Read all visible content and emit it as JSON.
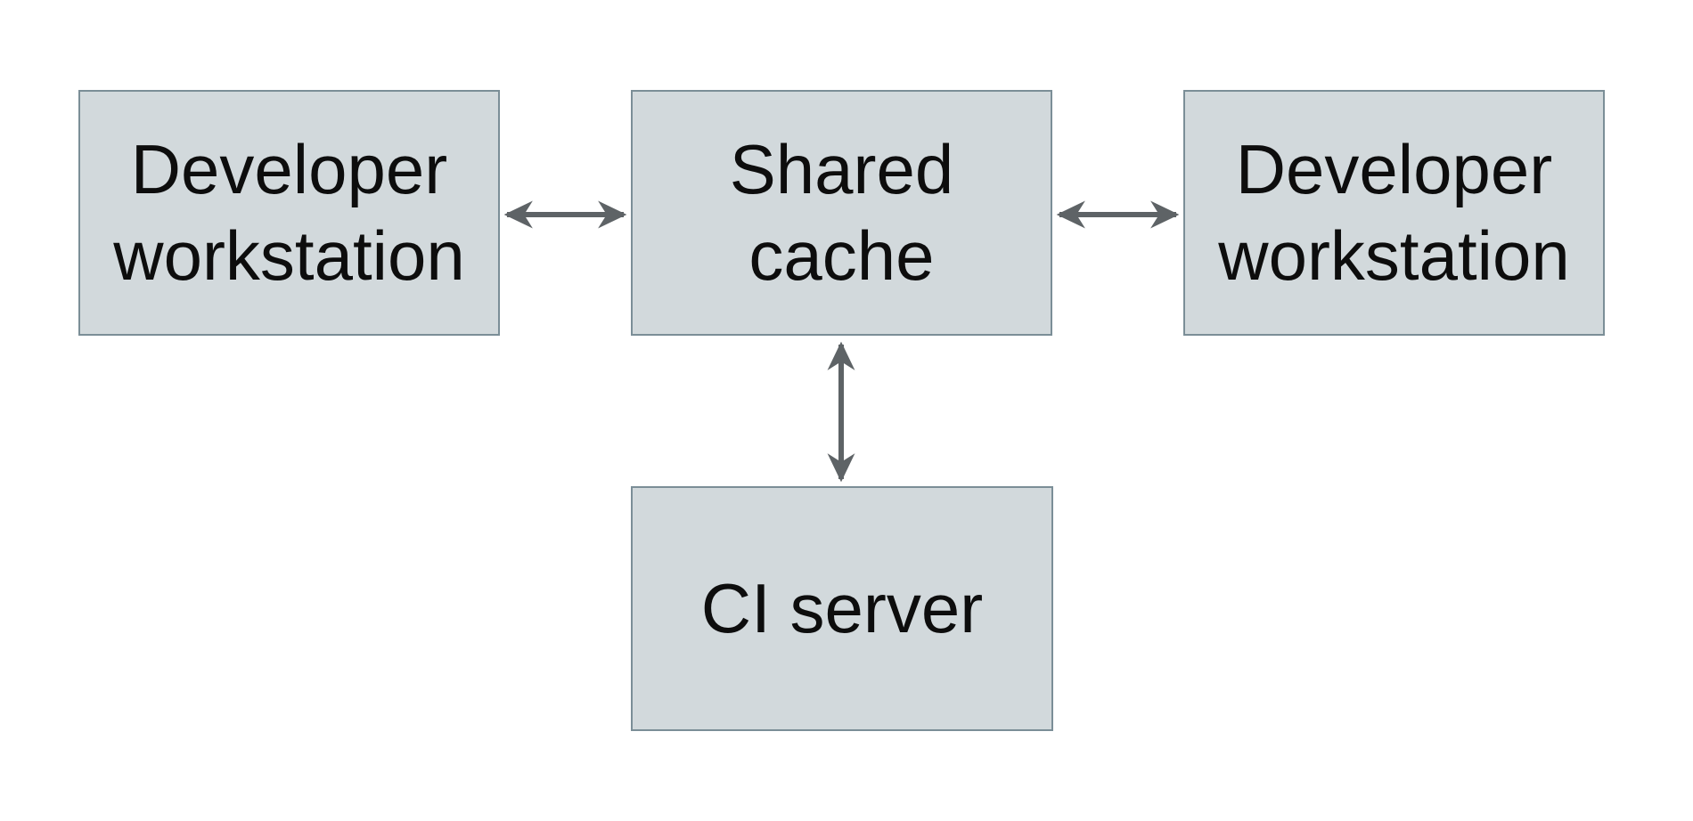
{
  "diagram": {
    "type": "architecture-diagram",
    "nodes": [
      {
        "id": "developer-workstation-left",
        "label": "Developer workstation"
      },
      {
        "id": "shared-cache",
        "label": "Shared cache"
      },
      {
        "id": "developer-workstation-right",
        "label": "Developer workstation"
      },
      {
        "id": "ci-server",
        "label": "CI server"
      }
    ],
    "edges": [
      {
        "from": "developer-workstation-left",
        "to": "shared-cache",
        "style": "double-arrow"
      },
      {
        "from": "shared-cache",
        "to": "developer-workstation-right",
        "style": "double-arrow"
      },
      {
        "from": "shared-cache",
        "to": "ci-server",
        "style": "double-arrow"
      }
    ]
  },
  "colors": {
    "background": "#ffffff",
    "box-fill": "#d2d9dc",
    "box-border": "#7b8e97",
    "arrow": "#5e6366",
    "text": "#0d0d0d"
  }
}
